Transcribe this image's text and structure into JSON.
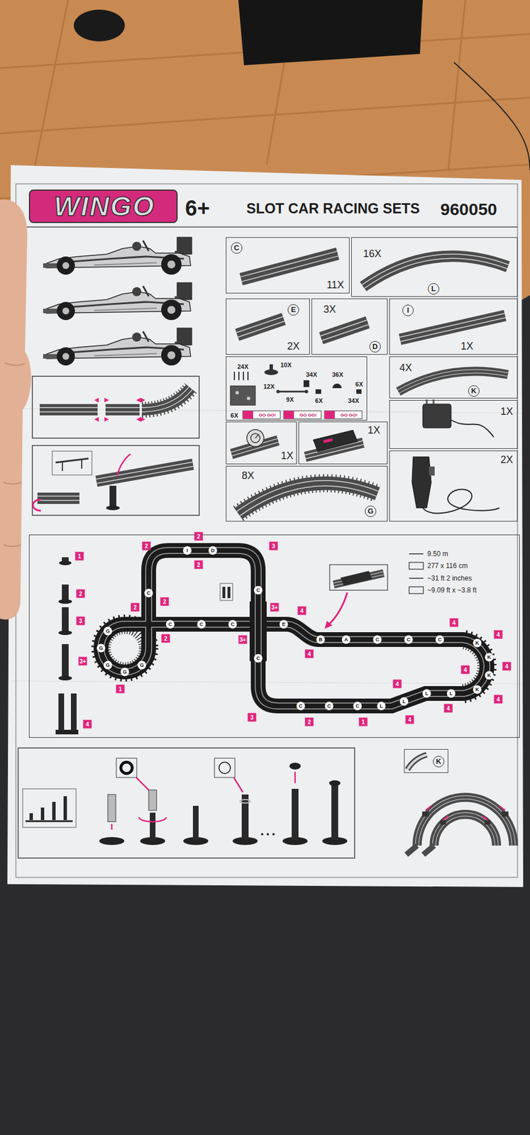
{
  "diagram": {
    "title": "SLOT CAR RACING SETS",
    "nodes": [
      {
        "text": [
          "WINGO"
        ]
      },
      {
        "text": [
          "C",
          "11X"
        ]
      },
      {
        "text": [
          "16X",
          "L"
        ]
      },
      {
        "text": [
          "E",
          "2X"
        ]
      },
      {
        "text": [
          "3X",
          "D"
        ]
      },
      {
        "text": [
          "I",
          "1X"
        ]
      },
      {
        "text": [
          "24X",
          "10X",
          "34X",
          "36X",
          "12X",
          "6X",
          "9X",
          "6X",
          "34X",
          "6X",
          "GO GO!",
          "GO GO!",
          "GO GO!"
        ]
      },
      {
        "text": [
          "4X",
          "K"
        ]
      },
      {
        "text": [
          "1X"
        ]
      },
      {
        "text": [
          "1X"
        ]
      },
      {
        "text": [
          "1X"
        ]
      },
      {
        "text": [
          "8X",
          "G"
        ]
      },
      {
        "text": [
          "2X"
        ]
      },
      {
        "text": [
          "9.50 m",
          "277 x 116 cm",
          "~31 ft 2 inches",
          "~9.09 ft x ~3.8 ft"
        ]
      },
      {
        "text": [
          "K"
        ]
      }
    ],
    "labels": [
      "6+",
      "960050",
      "1",
      "2",
      "3",
      "3+",
      "4",
      "C",
      "C",
      "C",
      "E",
      "B",
      "A",
      "C",
      "C",
      "C",
      "K",
      "K",
      "K",
      "K",
      "L",
      "L",
      "L",
      "L",
      "C",
      "C",
      "C",
      "C",
      "C",
      "I",
      "D",
      "C",
      "G",
      "G",
      "G",
      "G",
      "G",
      "2",
      "2",
      "2",
      "3",
      "2",
      "2",
      "2",
      "1",
      "3+",
      "3+",
      "4",
      "4",
      "4",
      "4",
      "4",
      "4",
      "4",
      "4",
      "4",
      "4",
      "3",
      "2",
      "1"
    ]
  }
}
